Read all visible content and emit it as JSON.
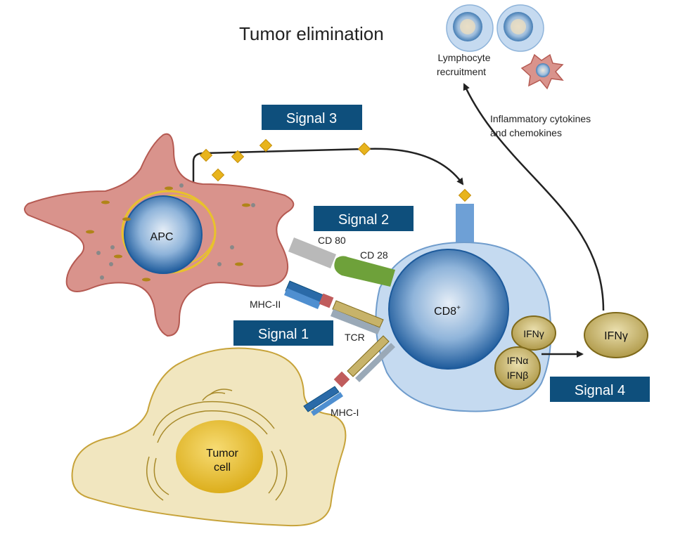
{
  "title": "Tumor elimination",
  "signals": {
    "signal1": "Signal 1",
    "signal2": "Signal 2",
    "signal3": "Signal 3",
    "signal4": "Signal 4"
  },
  "cells": {
    "apc": "APC",
    "cd8_main": "CD8",
    "cd8_sup": "+",
    "tumor_line1": "Tumor",
    "tumor_line2": "cell"
  },
  "molecules": {
    "cd80": "CD 80",
    "cd28": "CD 28",
    "mhc2": "MHC-II",
    "mhc1": "MHC-I",
    "tcr": "TCR",
    "ifn_gamma_inner": "IFNγ",
    "ifn_alpha": "IFNα",
    "ifn_beta": "IFNβ",
    "ifn_gamma_outer": "IFNγ"
  },
  "annotations": {
    "lymphocyte_line1": "Lymphocyte",
    "lymphocyte_line2": "recruitment",
    "cytokines_line1": "Inflammatory cytokines",
    "cytokines_line2": "and chemokines"
  },
  "colors": {
    "signal_box": "#0e4f7c",
    "apc_fill": "#d9938c",
    "apc_stroke": "#b55a52",
    "cd8_fill": "#c5daf0",
    "cd8_stroke": "#6f9ccc",
    "nucleus_outer": "#1d5a9b",
    "nucleus_inner": "#dce8f4",
    "tumor_fill": "#f1e6bf",
    "tumor_stroke": "#c7a33a",
    "tumor_nucleus": "#e7bf2d",
    "ifn_fill": "#c7b36a",
    "ifn_stroke": "#7f6a1b",
    "diamond": "#e8b41c",
    "cd28": "#6ea13a",
    "cd80": "#b9b9b9",
    "receptor_blue": "#6ea0d6"
  }
}
